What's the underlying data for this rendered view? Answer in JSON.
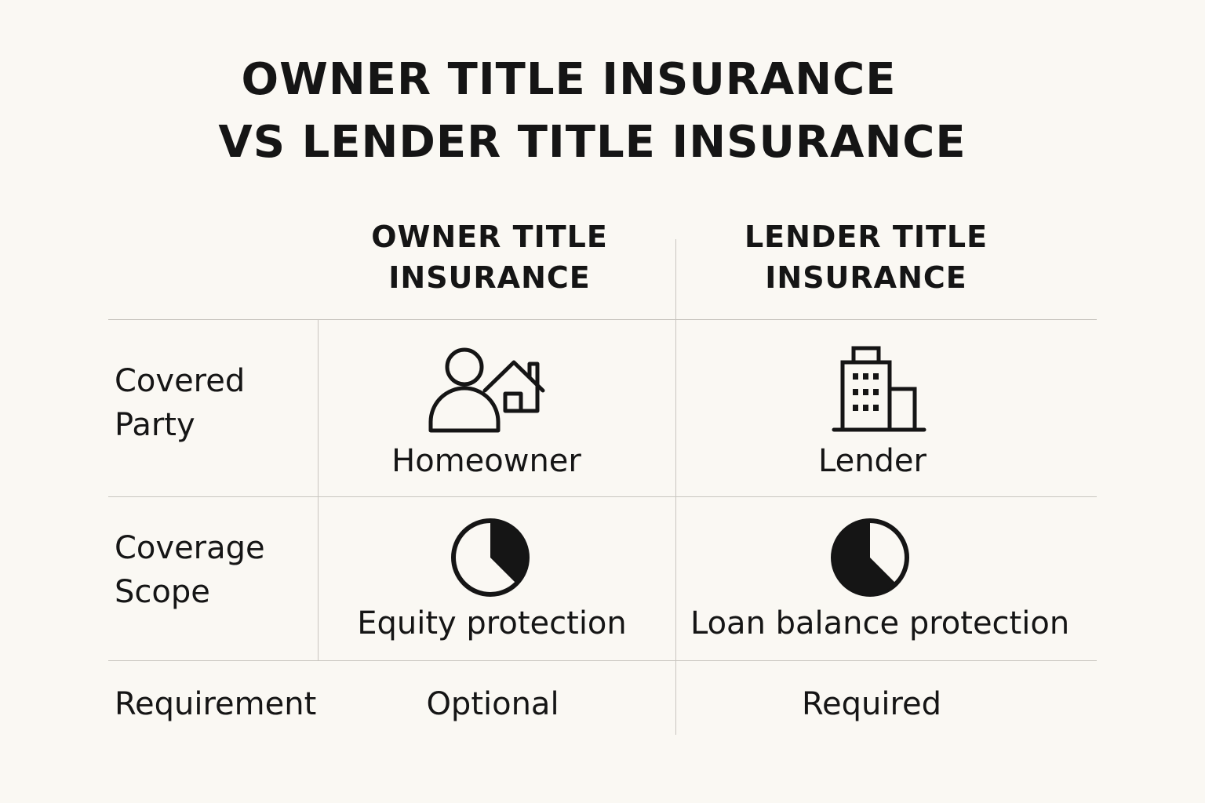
{
  "title": {
    "line1": "OWNER TITLE INSURANCE",
    "line2": "VS LENDER TITLE INSURANCE"
  },
  "columns": {
    "owner": {
      "line1": "OWNER TITLE",
      "line2": "INSURANCE"
    },
    "lender": {
      "line1": "LENDER TITLE",
      "line2": "INSURANCE"
    }
  },
  "rows": {
    "covered_party": {
      "label_line1": "Covered",
      "label_line2": "Party",
      "owner": "Homeowner",
      "owner_icon": "person-house-icon",
      "lender": "Lender",
      "lender_icon": "building-icon"
    },
    "coverage_scope": {
      "label_line1": "Coverage",
      "label_line2": "Scope",
      "owner": "Equity protection",
      "owner_icon": "pie-partial-icon",
      "lender": "Loan balance protection",
      "lender_icon": "pie-mostly-filled-icon"
    },
    "requirement": {
      "label": "Requirement",
      "owner": "Optional",
      "lender": "Required"
    }
  },
  "colors": {
    "background": "#faf8f3",
    "ink": "#151515",
    "gridline": "#c9c6c0"
  }
}
